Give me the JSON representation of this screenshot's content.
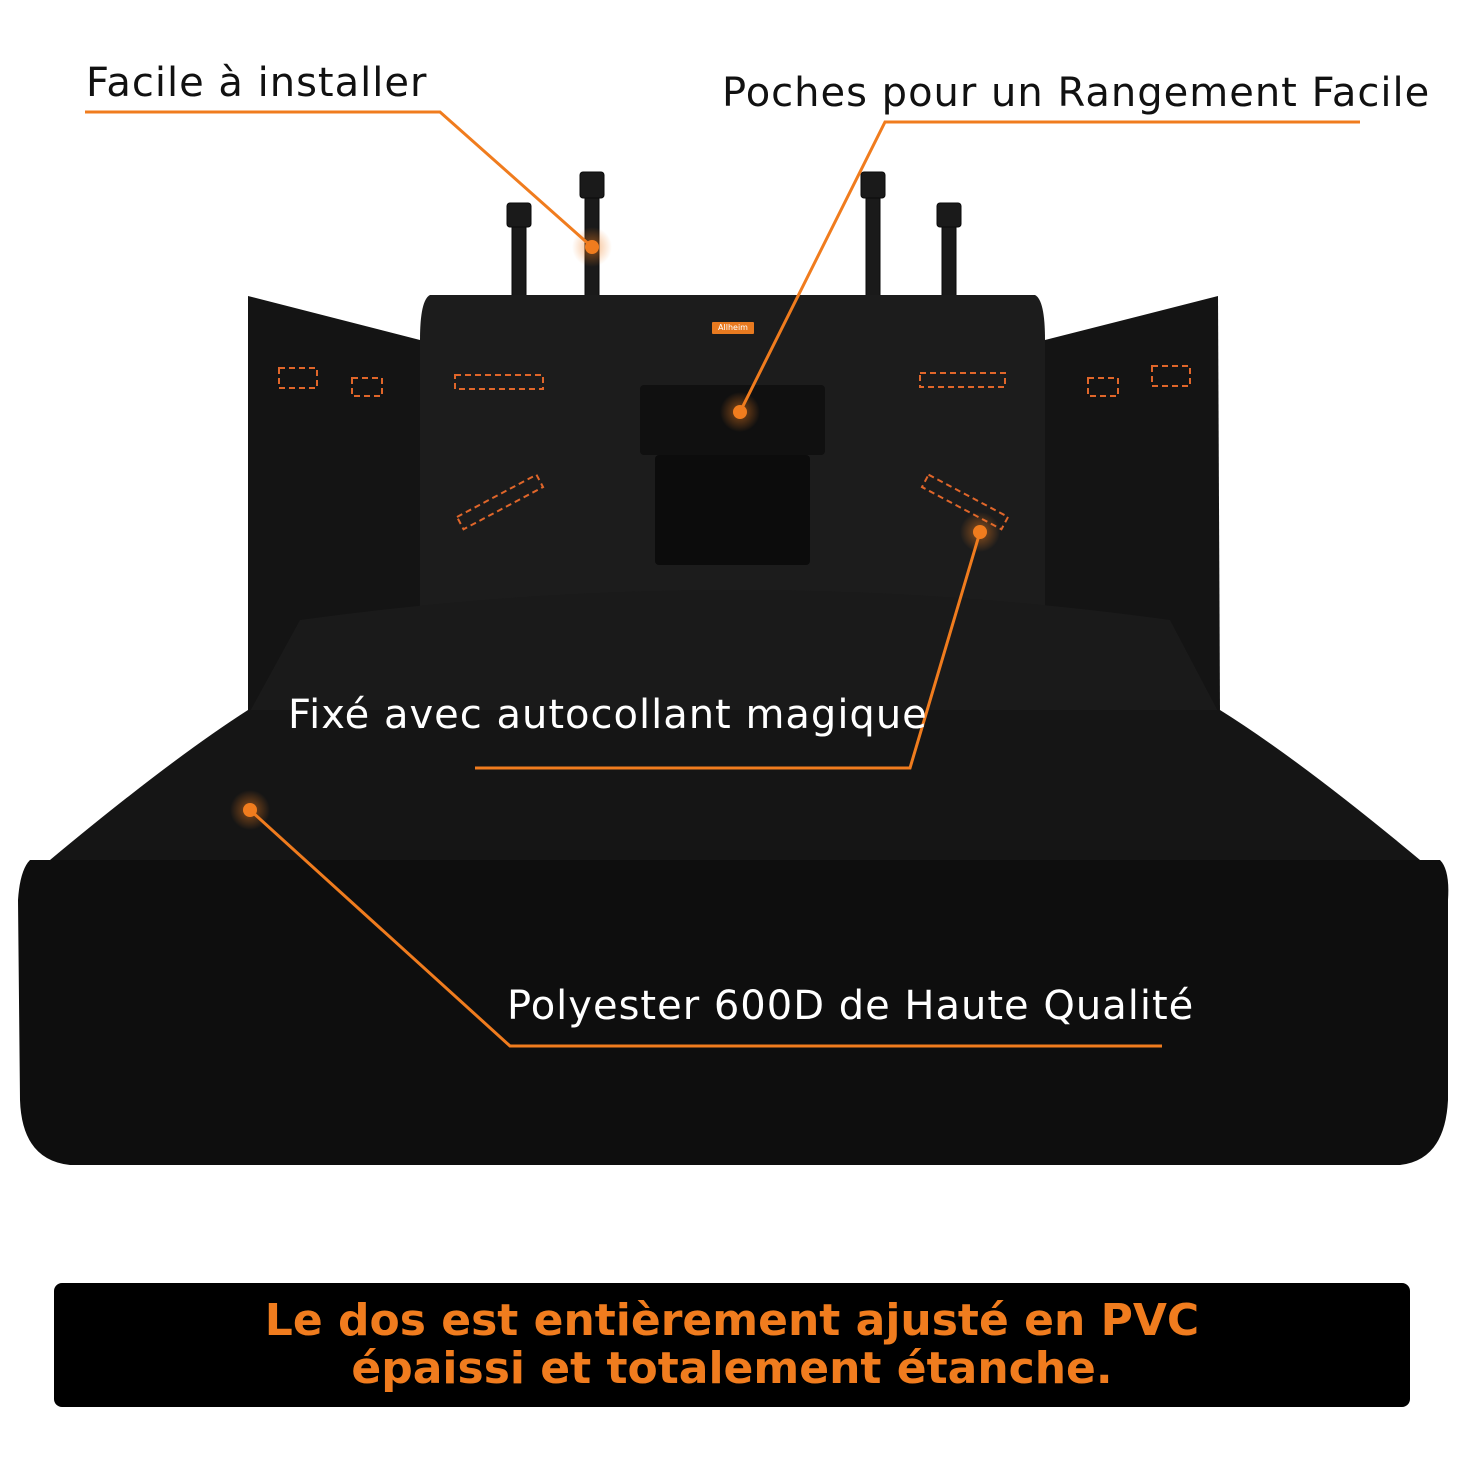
{
  "callouts": {
    "install": "Facile à installer",
    "pockets": "Poches pour un Rangement Facile",
    "velcro": "Fixé avec autocollant magique",
    "material": "Polyester 600D de Haute Qualité"
  },
  "banner": {
    "line1": "Le dos est entièrement ajusté en PVC",
    "line2": "épaissi et totalement étanche."
  },
  "brand_tag": "Allheim",
  "colors": {
    "accent": "#f07c1e",
    "mat": "#111111",
    "banner_bg": "#000000"
  }
}
